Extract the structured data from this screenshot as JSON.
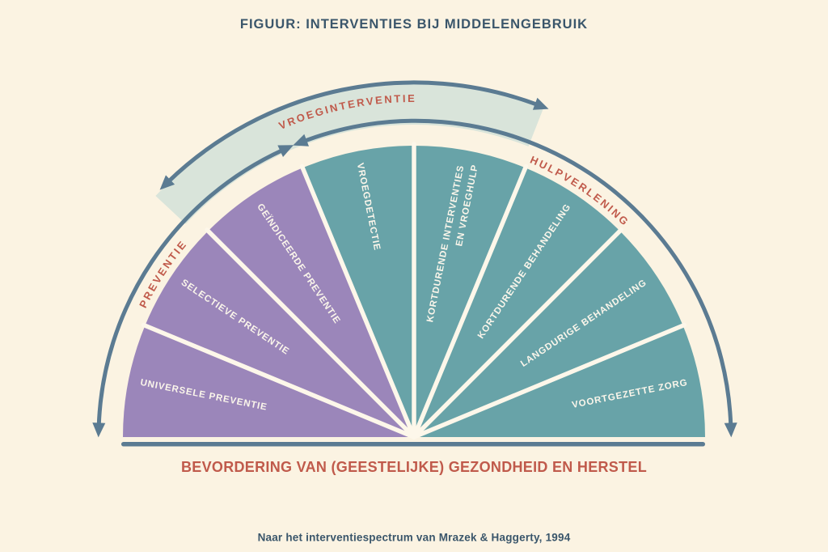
{
  "title": "FIGUUR: INTERVENTIES BIJ MIDDELENGEBRUIK",
  "fan": {
    "wedges": [
      {
        "label": "UNIVERSELE PREVENTIE",
        "group": "preventie"
      },
      {
        "label": "SELECTIEVE PREVENTIE",
        "group": "preventie"
      },
      {
        "label": "GEÏNDICEERDE PREVENTIE",
        "group": "preventie"
      },
      {
        "label": "VROEGDETECTIE",
        "group": "zorg"
      },
      {
        "lines": [
          "KORTDURENDE INTERVENTIES",
          "EN VROEGHULP"
        ],
        "group": "zorg"
      },
      {
        "label": "KORTDURENDE BEHANDELING",
        "group": "zorg"
      },
      {
        "label": "LANGDURIGE BEHANDELING",
        "group": "zorg"
      },
      {
        "label": "VOORTGEZETTE ZORG",
        "group": "zorg"
      }
    ]
  },
  "arc_labels": {
    "preventie": "PREVENTIE",
    "vroeginterventie": "VROEGINTERVENTIE",
    "hulpverlening": "HULPVERLENING"
  },
  "baseline": "BEVORDERING VAN (GEESTELIJKE) GEZONDHEID EN HERSTEL",
  "attribution": "Naar het interventiespectrum van Mrazek & Haggerty, 1994",
  "colors": {
    "background": "#FBF3E2",
    "divider": "#FDF7EA",
    "purple": "#9B86BA",
    "teal": "#68A3A8",
    "sage": "#D9E4DA",
    "slate": "#5B7B92",
    "red": "#C05A4B",
    "navy": "#3A566B",
    "wedge_text": "#FBF6EB"
  }
}
